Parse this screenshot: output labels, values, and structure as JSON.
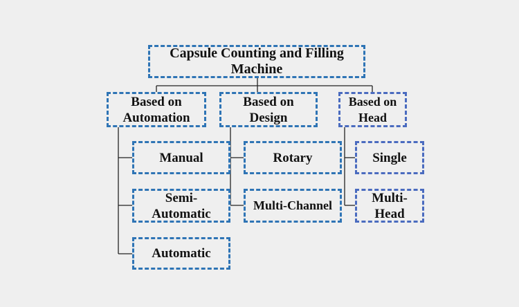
{
  "diagram": {
    "root": {
      "line1": "Capsule Counting and Filling",
      "line2": "Machine"
    },
    "categories": {
      "automation": {
        "line1": "Based on",
        "line2": "Automation",
        "items": {
          "manual": {
            "line1": "Manual"
          },
          "semi": {
            "line1": "Semi-",
            "line2": "Automatic"
          },
          "automatic": {
            "line1": "Automatic"
          }
        }
      },
      "design": {
        "line1": "Based on",
        "line2": "Design",
        "items": {
          "rotary": {
            "line1": "Rotary"
          },
          "multichannel": {
            "line1": "Multi-Channel"
          }
        }
      },
      "head": {
        "line1": "Based on",
        "line2": "Head",
        "items": {
          "single": {
            "line1": "Single"
          },
          "multihead": {
            "line1": "Multi-",
            "line2": "Head"
          }
        }
      }
    },
    "colors": {
      "border_blue": "#2e74b5",
      "border_purple": "#4a6bbf",
      "connector": "#222222",
      "background": "#efefef"
    }
  }
}
